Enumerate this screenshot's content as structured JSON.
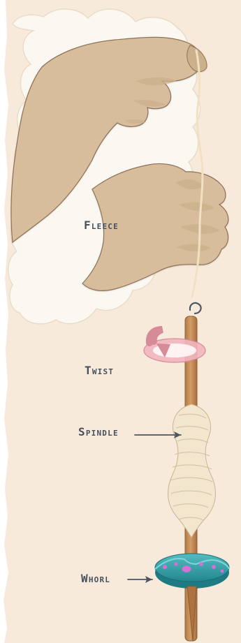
{
  "labels": {
    "fleece": "Fleece",
    "twist": "Twist",
    "spindle": "Spindle",
    "whorl": "Whorl"
  },
  "colors": {
    "paper": "#f7eadb",
    "skin": "#d7bd9b",
    "skin_outline": "#8b7158",
    "fleece": "#fbf8f2",
    "spindle_wood": "#c58a55",
    "yarn": "#efe2c6",
    "twist_arrow": "#e7a4ae",
    "whorl": "#33a7ad",
    "whorl_dots": "#d76fd6",
    "hook": "#4d5660",
    "label_text": "#46505b"
  }
}
